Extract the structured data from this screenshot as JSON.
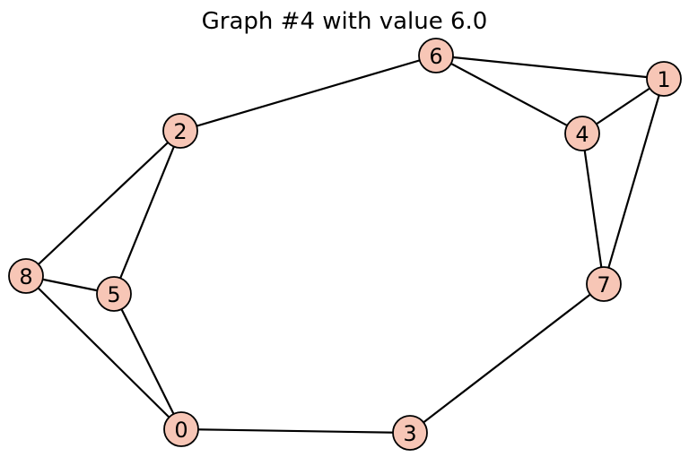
{
  "title": "Graph #4 with value 6.0",
  "colors": {
    "node_fill": "#f7c6b6",
    "node_stroke": "#000000",
    "edge": "#000000"
  },
  "graph": {
    "nodes": [
      {
        "id": "0",
        "label": "0"
      },
      {
        "id": "1",
        "label": "1"
      },
      {
        "id": "2",
        "label": "2"
      },
      {
        "id": "3",
        "label": "3"
      },
      {
        "id": "4",
        "label": "4"
      },
      {
        "id": "5",
        "label": "5"
      },
      {
        "id": "6",
        "label": "6"
      },
      {
        "id": "7",
        "label": "7"
      },
      {
        "id": "8",
        "label": "8"
      }
    ],
    "edges": [
      [
        "6",
        "1"
      ],
      [
        "6",
        "4"
      ],
      [
        "6",
        "2"
      ],
      [
        "1",
        "4"
      ],
      [
        "1",
        "7"
      ],
      [
        "4",
        "7"
      ],
      [
        "7",
        "3"
      ],
      [
        "3",
        "0"
      ],
      [
        "0",
        "5"
      ],
      [
        "0",
        "8"
      ],
      [
        "8",
        "5"
      ],
      [
        "8",
        "2"
      ],
      [
        "2",
        "5"
      ]
    ]
  }
}
